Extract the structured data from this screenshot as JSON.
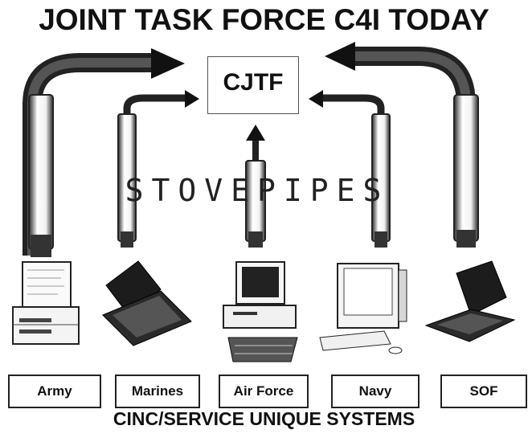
{
  "title": "JOINT TASK FORCE C4I TODAY",
  "center_node": "CJTF",
  "overlay_label": "STOVEPIPES",
  "services": [
    {
      "label": "Army"
    },
    {
      "label": "Marines"
    },
    {
      "label": "Air Force"
    },
    {
      "label": "Navy"
    },
    {
      "label": "SOF"
    }
  ],
  "footer": "CINC/SERVICE UNIQUE SYSTEMS",
  "colors": {
    "ink": "#111111",
    "pipe_fill": "#ffffff",
    "pipe_dark": "#3a3a3a",
    "background": "#ffffff"
  }
}
